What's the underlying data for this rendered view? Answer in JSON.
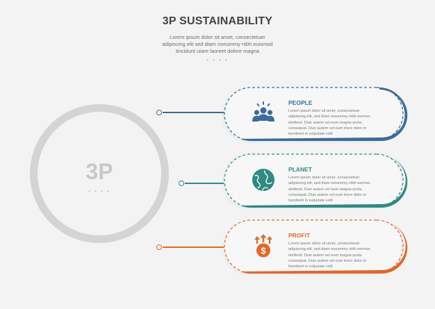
{
  "header": {
    "title": "3P SUSTAINABILITY",
    "subtitle": "Lorem ipsum dolor sit amet, consectetuer adipiscing elit sed diam nonummy nibh euismod tincidunt utare laoreet dolore magna",
    "dots": "• • • •"
  },
  "center": {
    "label": "3P",
    "dots": "• • • •"
  },
  "items": [
    {
      "title": "PEOPLE",
      "description": "Lorem ipsum dolor sit amet, consectetuer adipiscing elit, sed diam nonummy nibh eermes eleifend. Duis autem vel eum magna porta. consequat. Duis autem vel eum iriure dolor in hendrerit in vulputate velit",
      "color": "#3a6d9a",
      "icon": "people-group-icon"
    },
    {
      "title": "PLANET",
      "description": "Lorem ipsum dolor sit amet, consectetuer adipiscing elit, sed diam nonummy nibh eermes eleifend. Duis autem vel eum magna porta. consequat. Duis autem vel eum iriure dolor in hendrerit in vulputate velit",
      "color": "#2f8a83",
      "icon": "globe-icon"
    },
    {
      "title": "PROFIT",
      "description": "Lorem ipsum dolor sit amet, consectetuer adipiscing elit, sed diam nonummy nibh eermes eleifend. Duis autem vel eum magna porta. consequat. Duis autem vel eum iriure dolor in hendrerit in vulputate velit",
      "color": "#e0692b",
      "icon": "money-growth-icon"
    }
  ]
}
